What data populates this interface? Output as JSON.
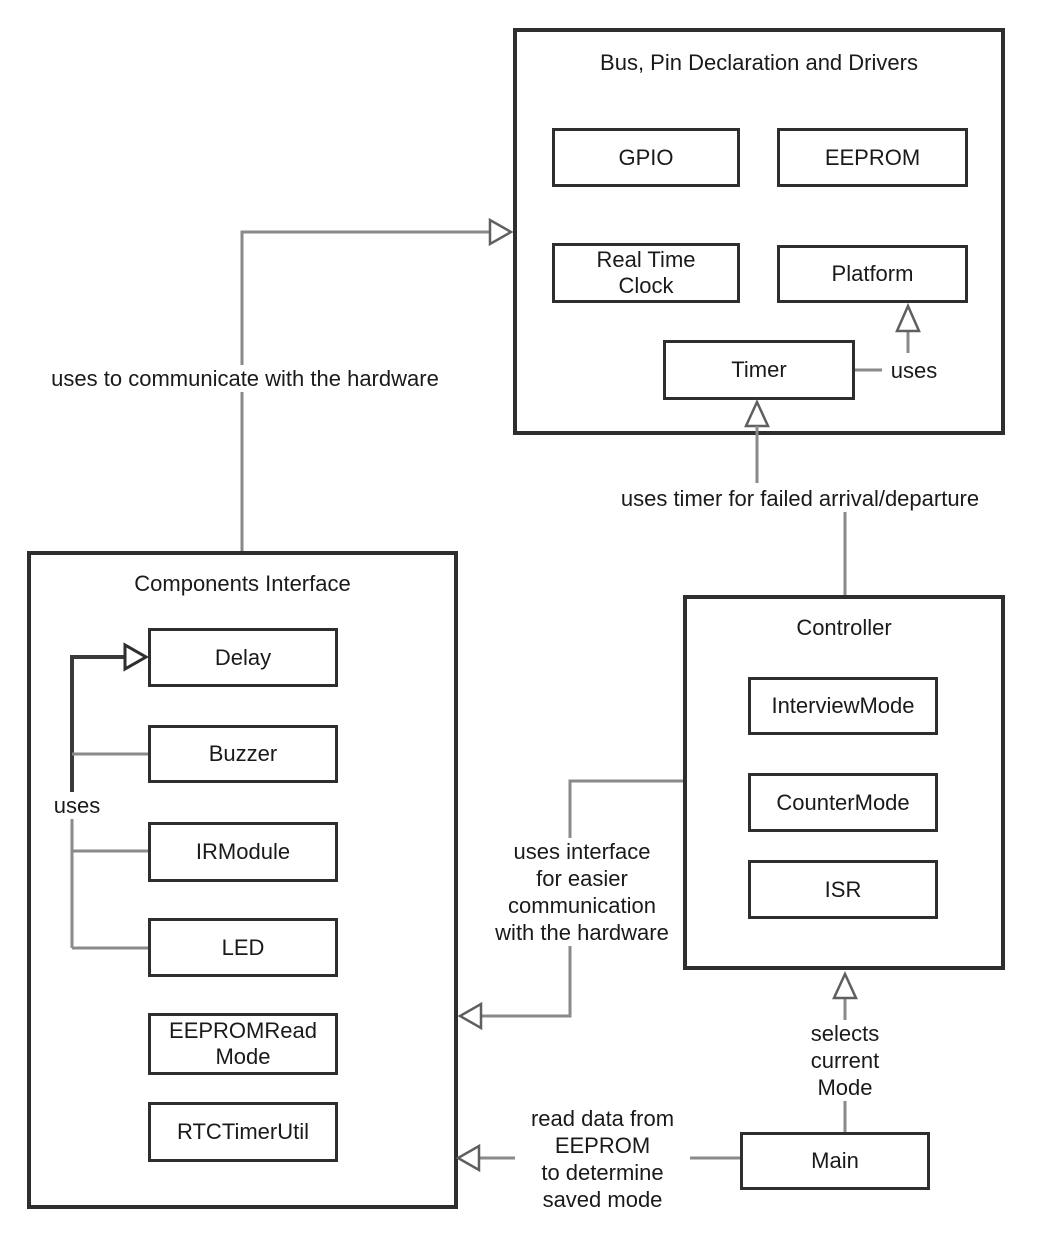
{
  "groups": {
    "bus": {
      "title": "Bus, Pin Declaration and Drivers",
      "items": {
        "gpio": "GPIO",
        "eeprom": "EEPROM",
        "rtc": "Real Time\nClock",
        "platform": "Platform",
        "timer": "Timer"
      }
    },
    "components": {
      "title": "Components Interface",
      "items": {
        "delay": "Delay",
        "buzzer": "Buzzer",
        "irmodule": "IRModule",
        "led": "LED",
        "eepromread": "EEPROMRead\nMode",
        "rtctimerutil": "RTCTimerUtil"
      }
    },
    "controller": {
      "title": "Controller",
      "items": {
        "interviewmode": "InterviewMode",
        "countermode": "CounterMode",
        "isr": "ISR"
      }
    }
  },
  "nodes": {
    "main": "Main"
  },
  "edge_labels": {
    "components_to_bus": "uses to communicate with the hardware",
    "controller_to_timer": "uses timer for failed arrival/departure",
    "timer_to_platform": "uses",
    "components_uses": "uses",
    "controller_to_components": "uses interface\nfor easier\ncommunication\nwith the hardware",
    "main_to_controller": "selects\ncurrent\nMode",
    "main_to_components": "read data from\nEEPROM\nto determine\nsaved mode"
  },
  "colors": {
    "box_border": "#2e2e2e",
    "connector": "#8a8a8a",
    "arrow_outline": "#5f5f5f",
    "black_connector": "#3a3a3a",
    "text": "#1a1a1a",
    "background": "#ffffff"
  }
}
